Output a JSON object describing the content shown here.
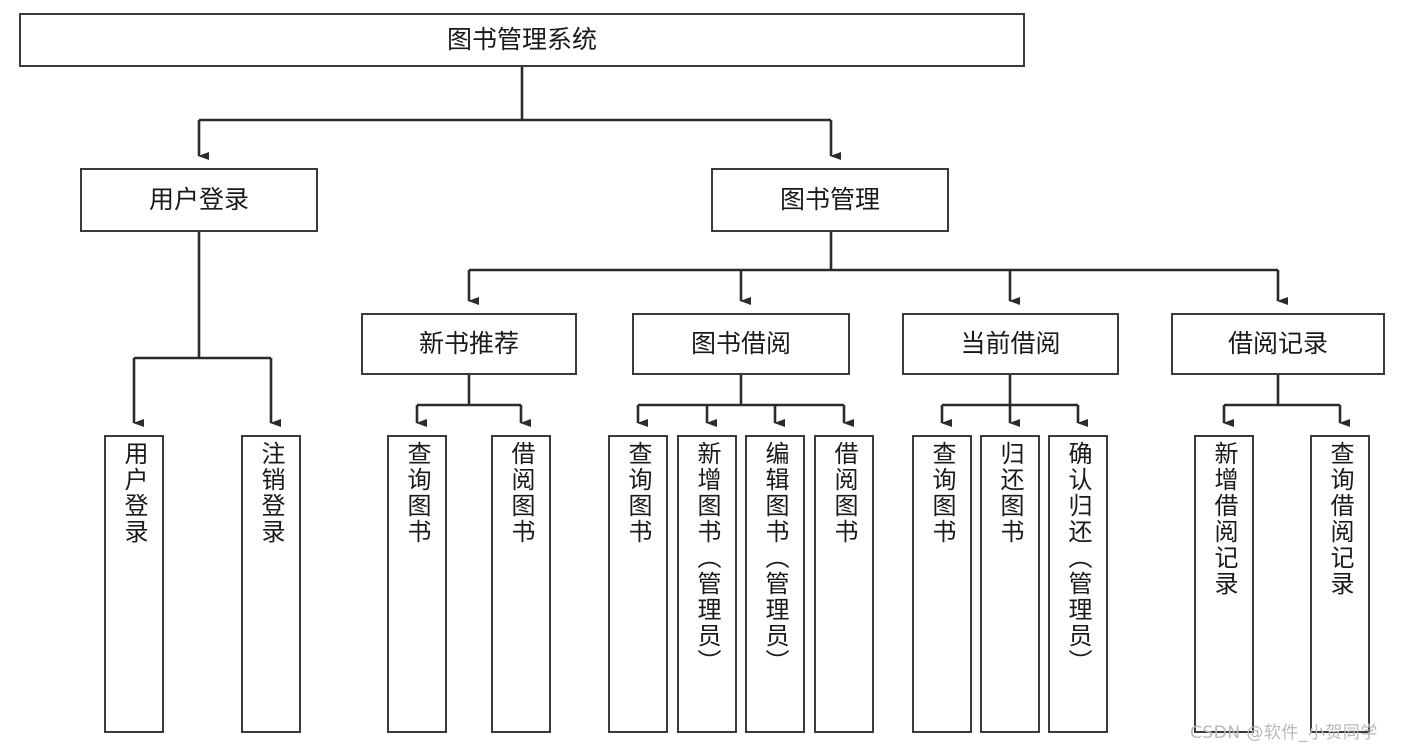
{
  "diagram": {
    "title": "图书管理系统",
    "type": "tree-hierarchy-chart",
    "watermark": "CSDN @软件_小贺同学",
    "colors": {
      "box_border": "#3a3a3a",
      "box_fill": "#ffffff",
      "edge": "#2b2b2b",
      "text": "#1a1a1a",
      "watermark": "#b9b9b9",
      "background": "#ffffff"
    },
    "nodes": {
      "root": {
        "label": "图书管理系统"
      },
      "level2": [
        {
          "id": "user-login",
          "label": "用户登录"
        },
        {
          "id": "book-manage",
          "label": "图书管理"
        }
      ],
      "level3": [
        {
          "id": "new-book-recommend",
          "label": "新书推荐"
        },
        {
          "id": "book-borrow",
          "label": "图书借阅"
        },
        {
          "id": "current-borrow",
          "label": "当前借阅"
        },
        {
          "id": "borrow-record",
          "label": "借阅记录"
        }
      ],
      "leaves": {
        "user_login": [
          {
            "id": "leaf-user-login",
            "label": "用户登录"
          },
          {
            "id": "leaf-logout-login",
            "label": "注销登录"
          }
        ],
        "new_book_recommend": [
          {
            "id": "leaf-query-book-1",
            "label": "查询图书"
          },
          {
            "id": "leaf-borrow-book-1",
            "label": "借阅图书"
          }
        ],
        "book_borrow": [
          {
            "id": "leaf-query-book-2",
            "label": "查询图书"
          },
          {
            "id": "leaf-add-book",
            "label": "新增图书（管理员）"
          },
          {
            "id": "leaf-edit-book",
            "label": "编辑图书（管理员）"
          },
          {
            "id": "leaf-borrow-book-2",
            "label": "借阅图书"
          }
        ],
        "current_borrow": [
          {
            "id": "leaf-query-book-3",
            "label": "查询图书"
          },
          {
            "id": "leaf-return-book",
            "label": "归还图书"
          },
          {
            "id": "leaf-confirm-return",
            "label": "确认归还（管理员）"
          }
        ],
        "borrow_record": [
          {
            "id": "leaf-add-record",
            "label": "新增借阅记录"
          },
          {
            "id": "leaf-query-record",
            "label": "查询借阅记录"
          }
        ]
      }
    }
  }
}
